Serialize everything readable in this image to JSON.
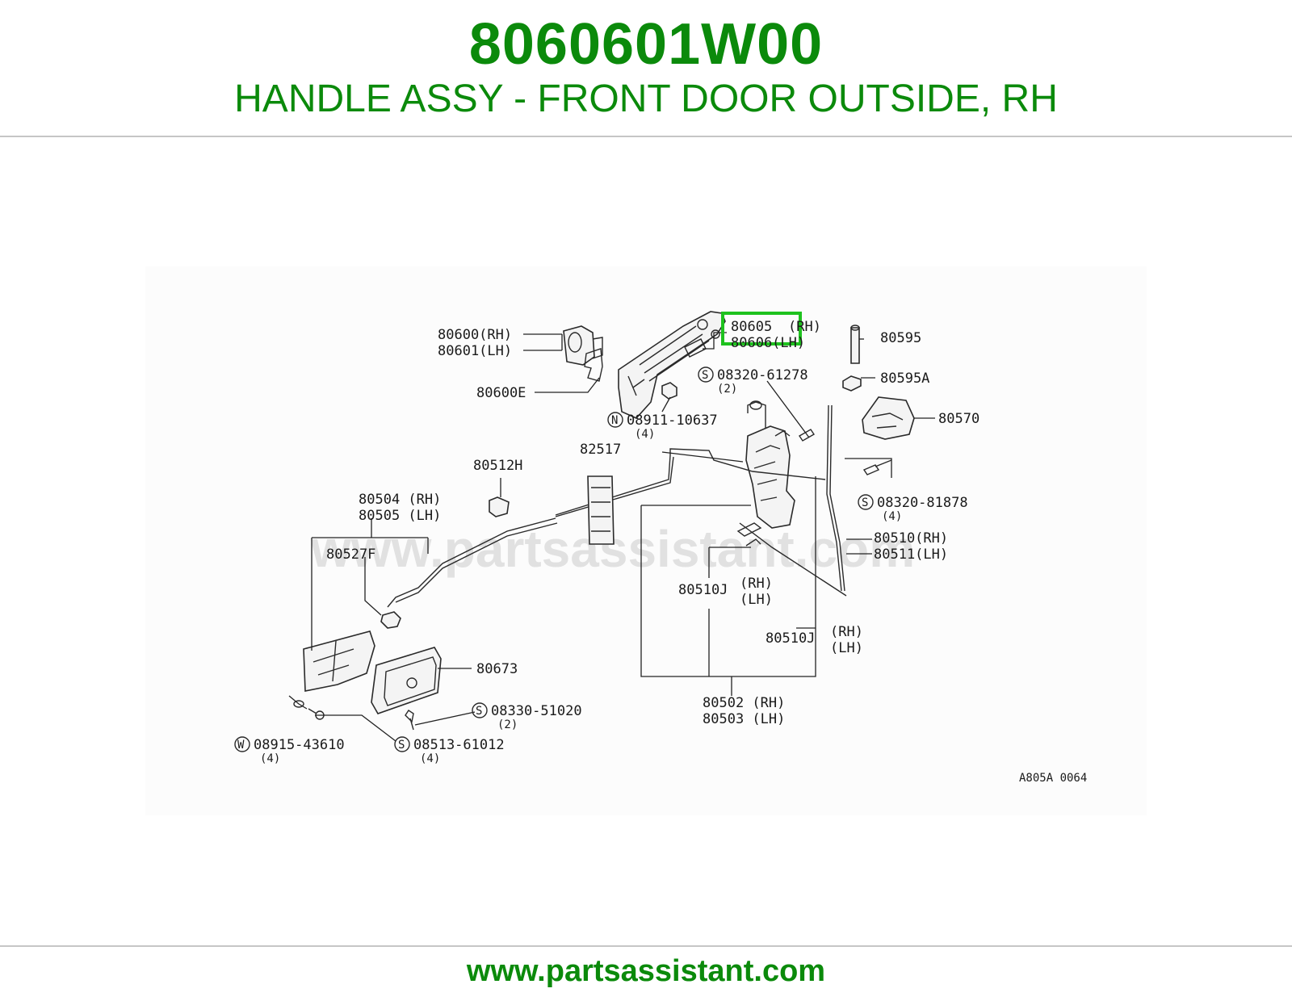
{
  "header": {
    "part_number": "8060601W00",
    "part_title": "HANDLE ASSY - FRONT DOOR OUTSIDE, RH"
  },
  "footer": {
    "site": "www.partsassistant.com"
  },
  "colors": {
    "brand_green": "#0b8a0b",
    "highlight_green": "#1ec21e",
    "rule_gray": "#c6c6c6"
  },
  "diagram": {
    "watermark": "www.partsassistant.com",
    "ref_code": "A805A 0064",
    "labels": {
      "l80600": "80600(RH)",
      "l80601": "80601(LH)",
      "l80600E": "80600E",
      "l80605": "80605",
      "l80605rh": "(RH)",
      "l80606": "80606(LH)",
      "l80595": "80595",
      "l80595A": "80595A",
      "s1code": "08320-61278",
      "s1qty": "(2)",
      "n1code": "08911-10637",
      "n1qty": "(4)",
      "l80570": "80570",
      "l82517": "82517",
      "l80512H": "80512H",
      "l80504": "80504 (RH)",
      "l80505": "80505 (LH)",
      "l80527F": "80527F",
      "s2code": "08320-81878",
      "s2qty": "(4)",
      "l80510": "80510(RH)",
      "l80511": "80511(LH)",
      "l80510J_a": "80510J",
      "l80510J_a_rh": "(RH)",
      "l80510J_a_lh": "(LH)",
      "l80510J_b": "80510J",
      "l80510J_b_rh": "(RH)",
      "l80510J_b_lh": "(LH)",
      "l80673": "80673",
      "s3code": "08330-51020",
      "s3qty": "(2)",
      "l80502": "80502 (RH)",
      "l80503": "80503 (LH)",
      "w1code": "08915-43610",
      "w1qty": "(4)",
      "s4code": "08513-61012",
      "s4qty": "(4)",
      "sym_s": "S",
      "sym_n": "N",
      "sym_w": "W"
    }
  }
}
